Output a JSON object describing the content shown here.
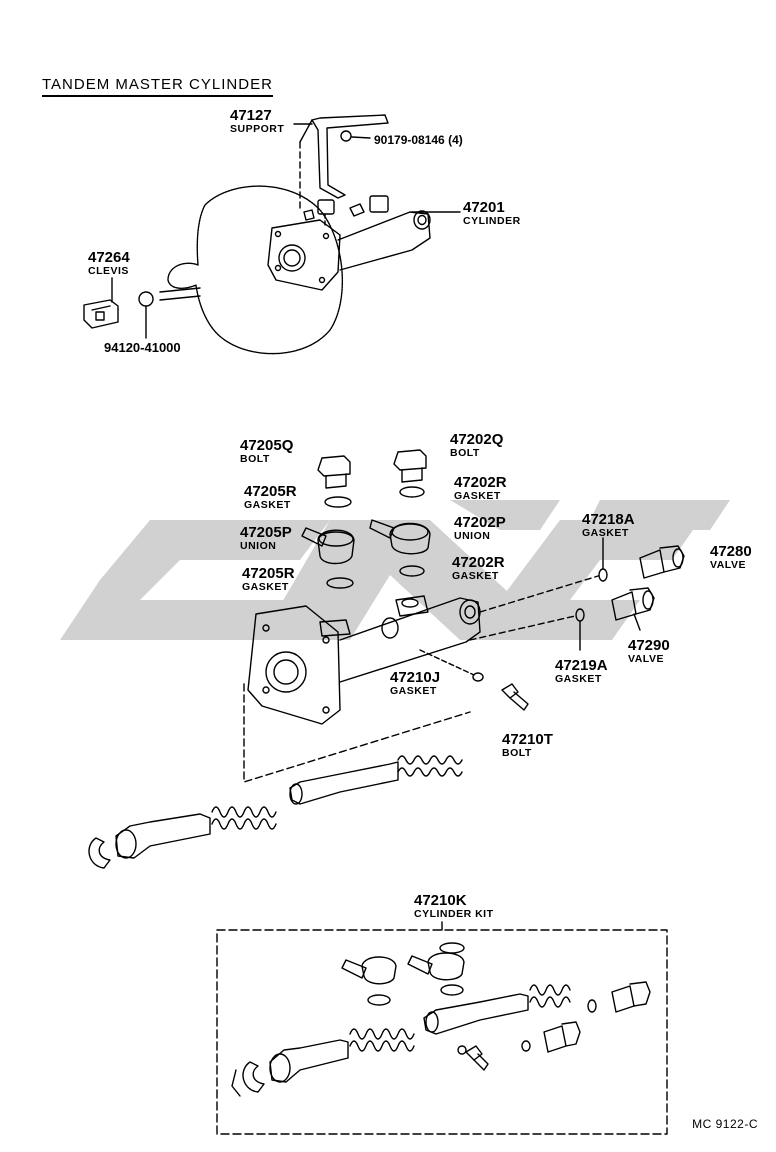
{
  "title": "TANDEM MASTER CYLINDER",
  "diagram_code": "MC 9122-C",
  "top_assembly": {
    "support": {
      "number": "47127",
      "name": "SUPPORT"
    },
    "support_bolt": {
      "number": "90179-08146 (4)"
    },
    "cylinder": {
      "number": "47201",
      "name": "CYLINDER"
    },
    "clevis": {
      "number": "47264",
      "name": "CLEVIS"
    },
    "nut": {
      "number": "94120-41000"
    }
  },
  "exploded": {
    "bolt_q": {
      "number": "47205Q",
      "name": "BOLT"
    },
    "gasket_r1": {
      "number": "47205R",
      "name": "GASKET"
    },
    "union_p": {
      "number": "47205P",
      "name": "UNION"
    },
    "gasket_r2": {
      "number": "47205R",
      "name": "GASKET"
    },
    "bolt_202q": {
      "number": "47202Q",
      "name": "BOLT"
    },
    "gasket_202r1": {
      "number": "47202R",
      "name": "GASKET"
    },
    "union_202p": {
      "number": "47202P",
      "name": "UNION"
    },
    "gasket_202r2": {
      "number": "47202R",
      "name": "GASKET"
    },
    "gasket_218a": {
      "number": "47218A",
      "name": "GASKET"
    },
    "valve_280": {
      "number": "47280",
      "name": "VALVE"
    },
    "valve_290": {
      "number": "47290",
      "name": "VALVE"
    },
    "gasket_219a": {
      "number": "47219A",
      "name": "GASKET"
    },
    "gasket_210j": {
      "number": "47210J",
      "name": "GASKET"
    },
    "bolt_210t": {
      "number": "47210T",
      "name": "BOLT"
    }
  },
  "kit": {
    "number": "47210K",
    "name": "CYLINDER KIT"
  },
  "colors": {
    "line": "#000000",
    "watermark": "#c9c9c9",
    "background": "#ffffff"
  }
}
